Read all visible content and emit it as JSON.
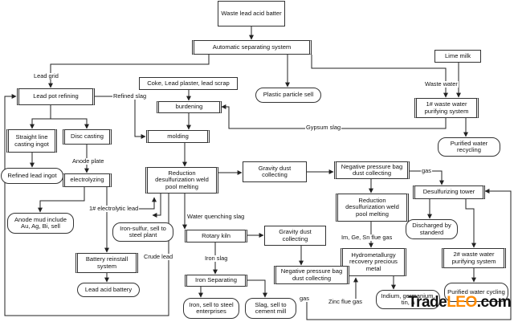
{
  "nodes": {
    "waste_battery": "Waste lead acid batter",
    "auto_sep": "Automatic separating system",
    "lime_milk": "Lime milk",
    "coke_input": "Coke, Lead plaster, lead scrap",
    "lead_pot": "Lead pot refining",
    "plastic": "Plastic particle sell",
    "wastewater1": "1# waste water purifying system",
    "burdening": "burdening",
    "molding": "molding",
    "straight_line": "Straight line casting ingot",
    "disc_casting": "Disc casting",
    "refined_ingot": "Refined lead ingot",
    "electrolyzing": "electrolyzing",
    "reduction1": "Reduction desulfurization weld pool melting",
    "gravity1": "Gravity dust collecting",
    "neg_bag1": "Negative pressure bag dust collecting",
    "purified1": "Purified water recycling",
    "desulf_tower": "Desulfurizing tower",
    "reduction2": "Reduction desulfurization weld pool melting",
    "anode_mud": "Anode mud include Au, Ag, Bi, sell",
    "iron_sulfur": "Iron-sulfur, sell to steel plant",
    "rotary_kiln": "Rotary kiln",
    "gravity2": "Gravity dust collecting",
    "discharged": "Discharged by standerd",
    "battery_reinstall": "Battery reinstall system",
    "hydromet": "Hydrometallurgy recovery precious metal",
    "wastewater2": "2# waste water purifying system",
    "lead_acid": "Lead acid battery",
    "iron_sep": "Iron Separating",
    "neg_bag2": "Negative pressure bag dust collecting",
    "iron_sell": "Iron, sell to steel enterprises",
    "slag_sell": "Slag, sell to cement mill",
    "indium": "Indium, germanium, tin, a",
    "purified2": "Purified water cycling"
  },
  "labels": {
    "lead_grid": "Lead grid",
    "waste_water": "Waste water",
    "refined_slag": "Refined slag",
    "gypsum_slag": "Gypsum slag",
    "anode_plate": "Anode plate",
    "gas1": "gas",
    "electrolytic_lead": "1# electrolytic lead",
    "water_quenching": "Water quenching slag",
    "im_ge_sn": "Im, Ge, Sn flue gas",
    "crude_lead": "Crude lead",
    "iron_slag": "Iron slag",
    "gas2": "gas",
    "zinc_flue": "Zinc flue gas"
  },
  "watermark": {
    "main": "Trade",
    "accent": "LEO",
    "tail": ".com"
  }
}
